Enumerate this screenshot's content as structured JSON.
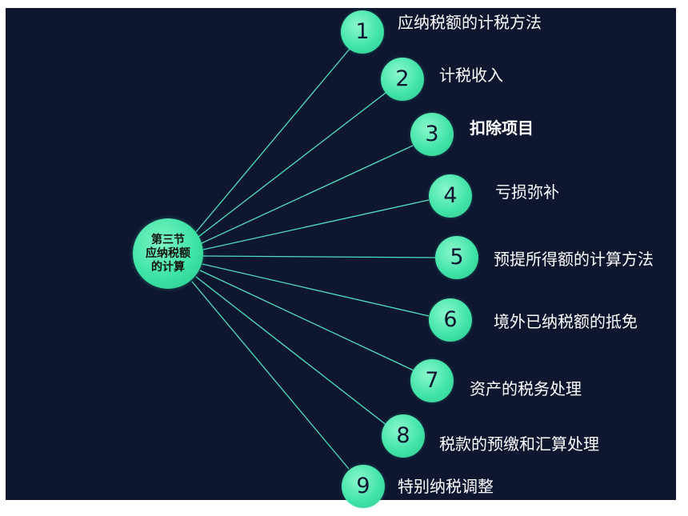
{
  "hub": {
    "lines": [
      "第三节",
      "应纳税额",
      "的计算"
    ]
  },
  "items": [
    {
      "number": "1",
      "label": "应纳税额的计税方法",
      "bold": false
    },
    {
      "number": "2",
      "label": "计税收入",
      "bold": false
    },
    {
      "number": "3",
      "label": "扣除项目",
      "bold": true
    },
    {
      "number": "4",
      "label": "亏损弥补",
      "bold": false
    },
    {
      "number": "5",
      "label": "预提所得额的计算方法",
      "bold": false
    },
    {
      "number": "6",
      "label": "境外已纳税额的抵免",
      "bold": false
    },
    {
      "number": "7",
      "label": "资产的税务处理",
      "bold": false
    },
    {
      "number": "8",
      "label": "税款的预缴和汇算处理",
      "bold": false
    },
    {
      "number": "9",
      "label": "特别纳税调整",
      "bold": false
    }
  ],
  "colors": {
    "background": "#0e1630",
    "node": "#43e4aa",
    "connector": "#4fe0c0",
    "text": "#ffffff"
  }
}
